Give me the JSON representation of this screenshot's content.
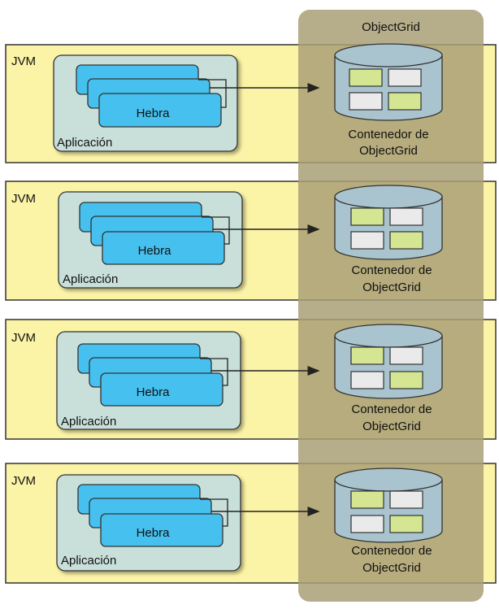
{
  "grid_title": "ObjectGrid",
  "rows": [
    {
      "jvm_label": "JVM",
      "app_label": "Aplicación",
      "thread_label": "Hebra",
      "container_line1": "Contenedor de",
      "container_line2": "ObjectGrid"
    },
    {
      "jvm_label": "JVM",
      "app_label": "Aplicación",
      "thread_label": "Hebra",
      "container_line1": "Contenedor de",
      "container_line2": "ObjectGrid"
    },
    {
      "jvm_label": "JVM",
      "app_label": "Aplicación",
      "thread_label": "Hebra",
      "container_line1": "Contenedor de",
      "container_line2": "ObjectGrid"
    },
    {
      "jvm_label": "JVM",
      "app_label": "Aplicación",
      "thread_label": "Hebra",
      "container_line1": "Contenedor de",
      "container_line2": "ObjectGrid"
    }
  ],
  "colors": {
    "jvm_fill": "#fbf3a6",
    "grid_column": "#b5aa83",
    "app_fill": "#c9e0da",
    "thread_fill": "#46c0ee",
    "cylinder_fill": "#a9c4cf",
    "cell_green": "#d4e691",
    "cell_gray": "#eaeaea"
  }
}
